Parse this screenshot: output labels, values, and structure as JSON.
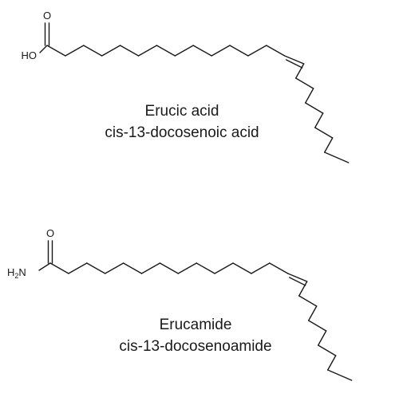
{
  "molecules": [
    {
      "id": "erucic-acid",
      "head_group": {
        "carbonyl_oxygen": "O",
        "hydroxyl": "HO"
      },
      "name": "Erucic acid",
      "systematic_name": "cis-13-docosenoic acid"
    },
    {
      "id": "erucamide",
      "head_group": {
        "carbonyl_oxygen": "O",
        "amine_h": "H",
        "amine_sub": "2",
        "amine_n": "N"
      },
      "name": "Erucamide",
      "systematic_name": "cis-13-docosenoamide"
    }
  ]
}
